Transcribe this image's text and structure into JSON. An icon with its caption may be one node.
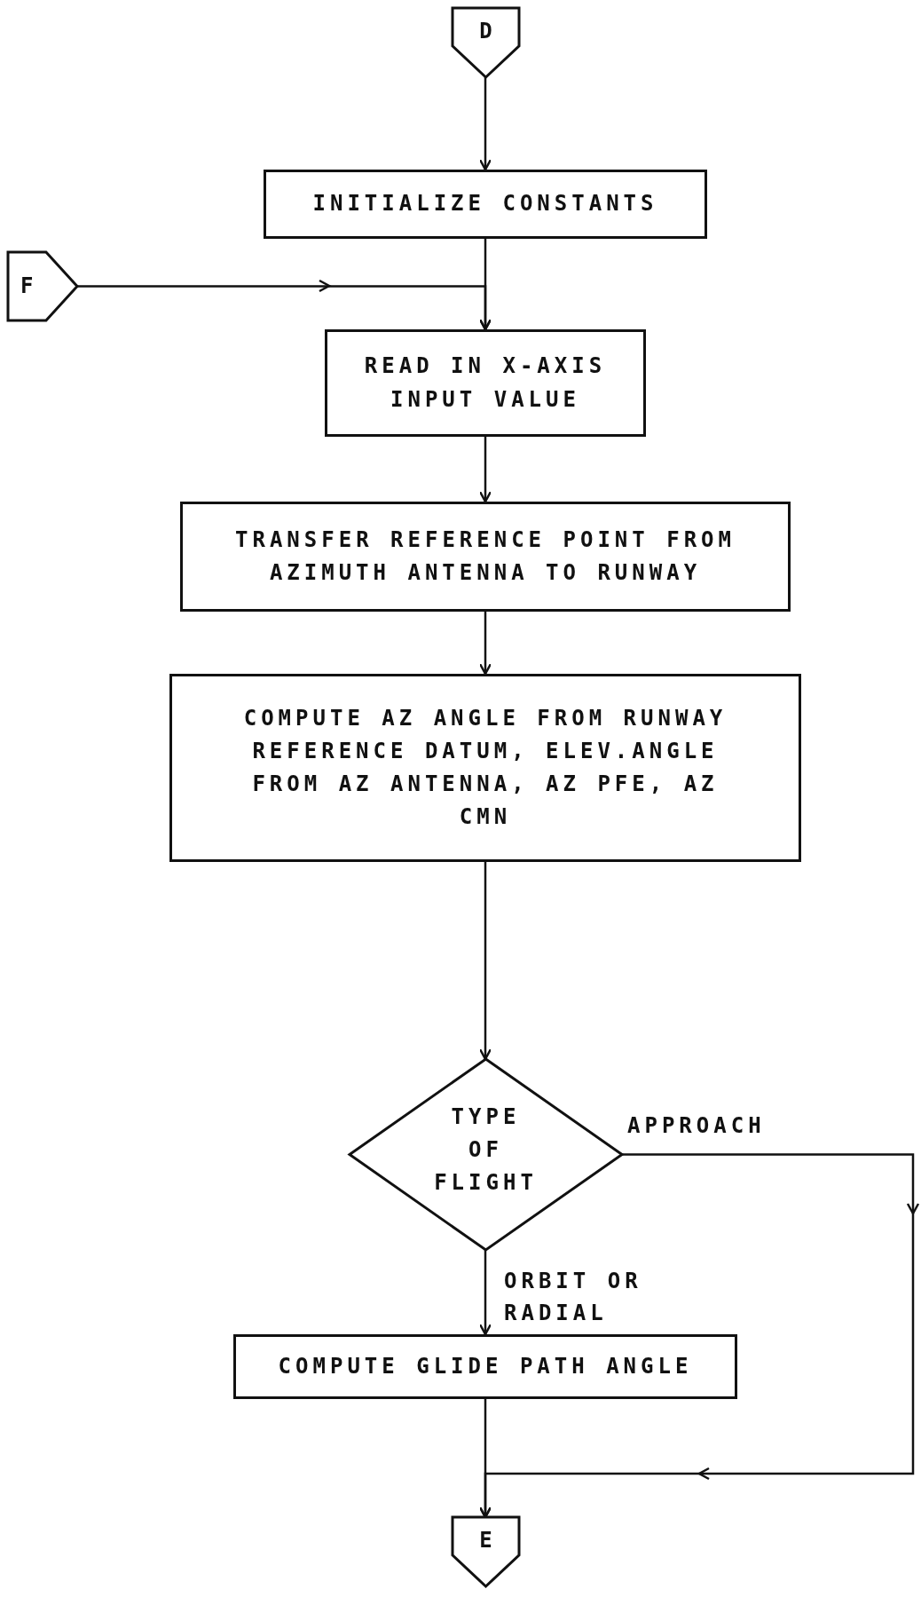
{
  "diagram": {
    "nodes": [
      {
        "text": [
          "D"
        ]
      },
      {
        "text": [
          "INITIALIZE CONSTANTS"
        ]
      },
      {
        "text": [
          "F"
        ]
      },
      {
        "text": [
          "READ IN X-AXIS INPUT VALUE"
        ]
      },
      {
        "text": [
          "TRANSFER REFERENCE POINT FROM AZIMUTH ANTENNA TO RUNWAY"
        ]
      },
      {
        "text": [
          "COMPUTE AZ ANGLE FROM RUNWAY REFERENCE DATUM, ELEV.ANGLE FROM AZ ANTENNA, AZ PFE, AZ CMN"
        ]
      },
      {
        "text": [
          "TYPE OF FLIGHT"
        ]
      },
      {
        "text": [
          "COMPUTE GLIDE PATH ANGLE"
        ]
      },
      {
        "text": [
          "E"
        ]
      }
    ],
    "edges": [
      {
        "from": 0,
        "to": 1,
        "arrow": "to"
      },
      {
        "from": 1,
        "to": 3,
        "arrow": "to"
      },
      {
        "from": 2,
        "to": 3,
        "arrow": "to"
      },
      {
        "from": 3,
        "to": 4,
        "arrow": "to"
      },
      {
        "from": 4,
        "to": 5,
        "arrow": "to"
      },
      {
        "from": 5,
        "to": 6,
        "arrow": "to"
      },
      {
        "from": 6,
        "to": 7,
        "arrow": "to",
        "label": "ORBIT OR RADIAL"
      },
      {
        "from": 6,
        "to": 8,
        "arrow": "to",
        "label": "APPROACH"
      },
      {
        "from": 7,
        "to": 8,
        "arrow": "to"
      }
    ]
  }
}
